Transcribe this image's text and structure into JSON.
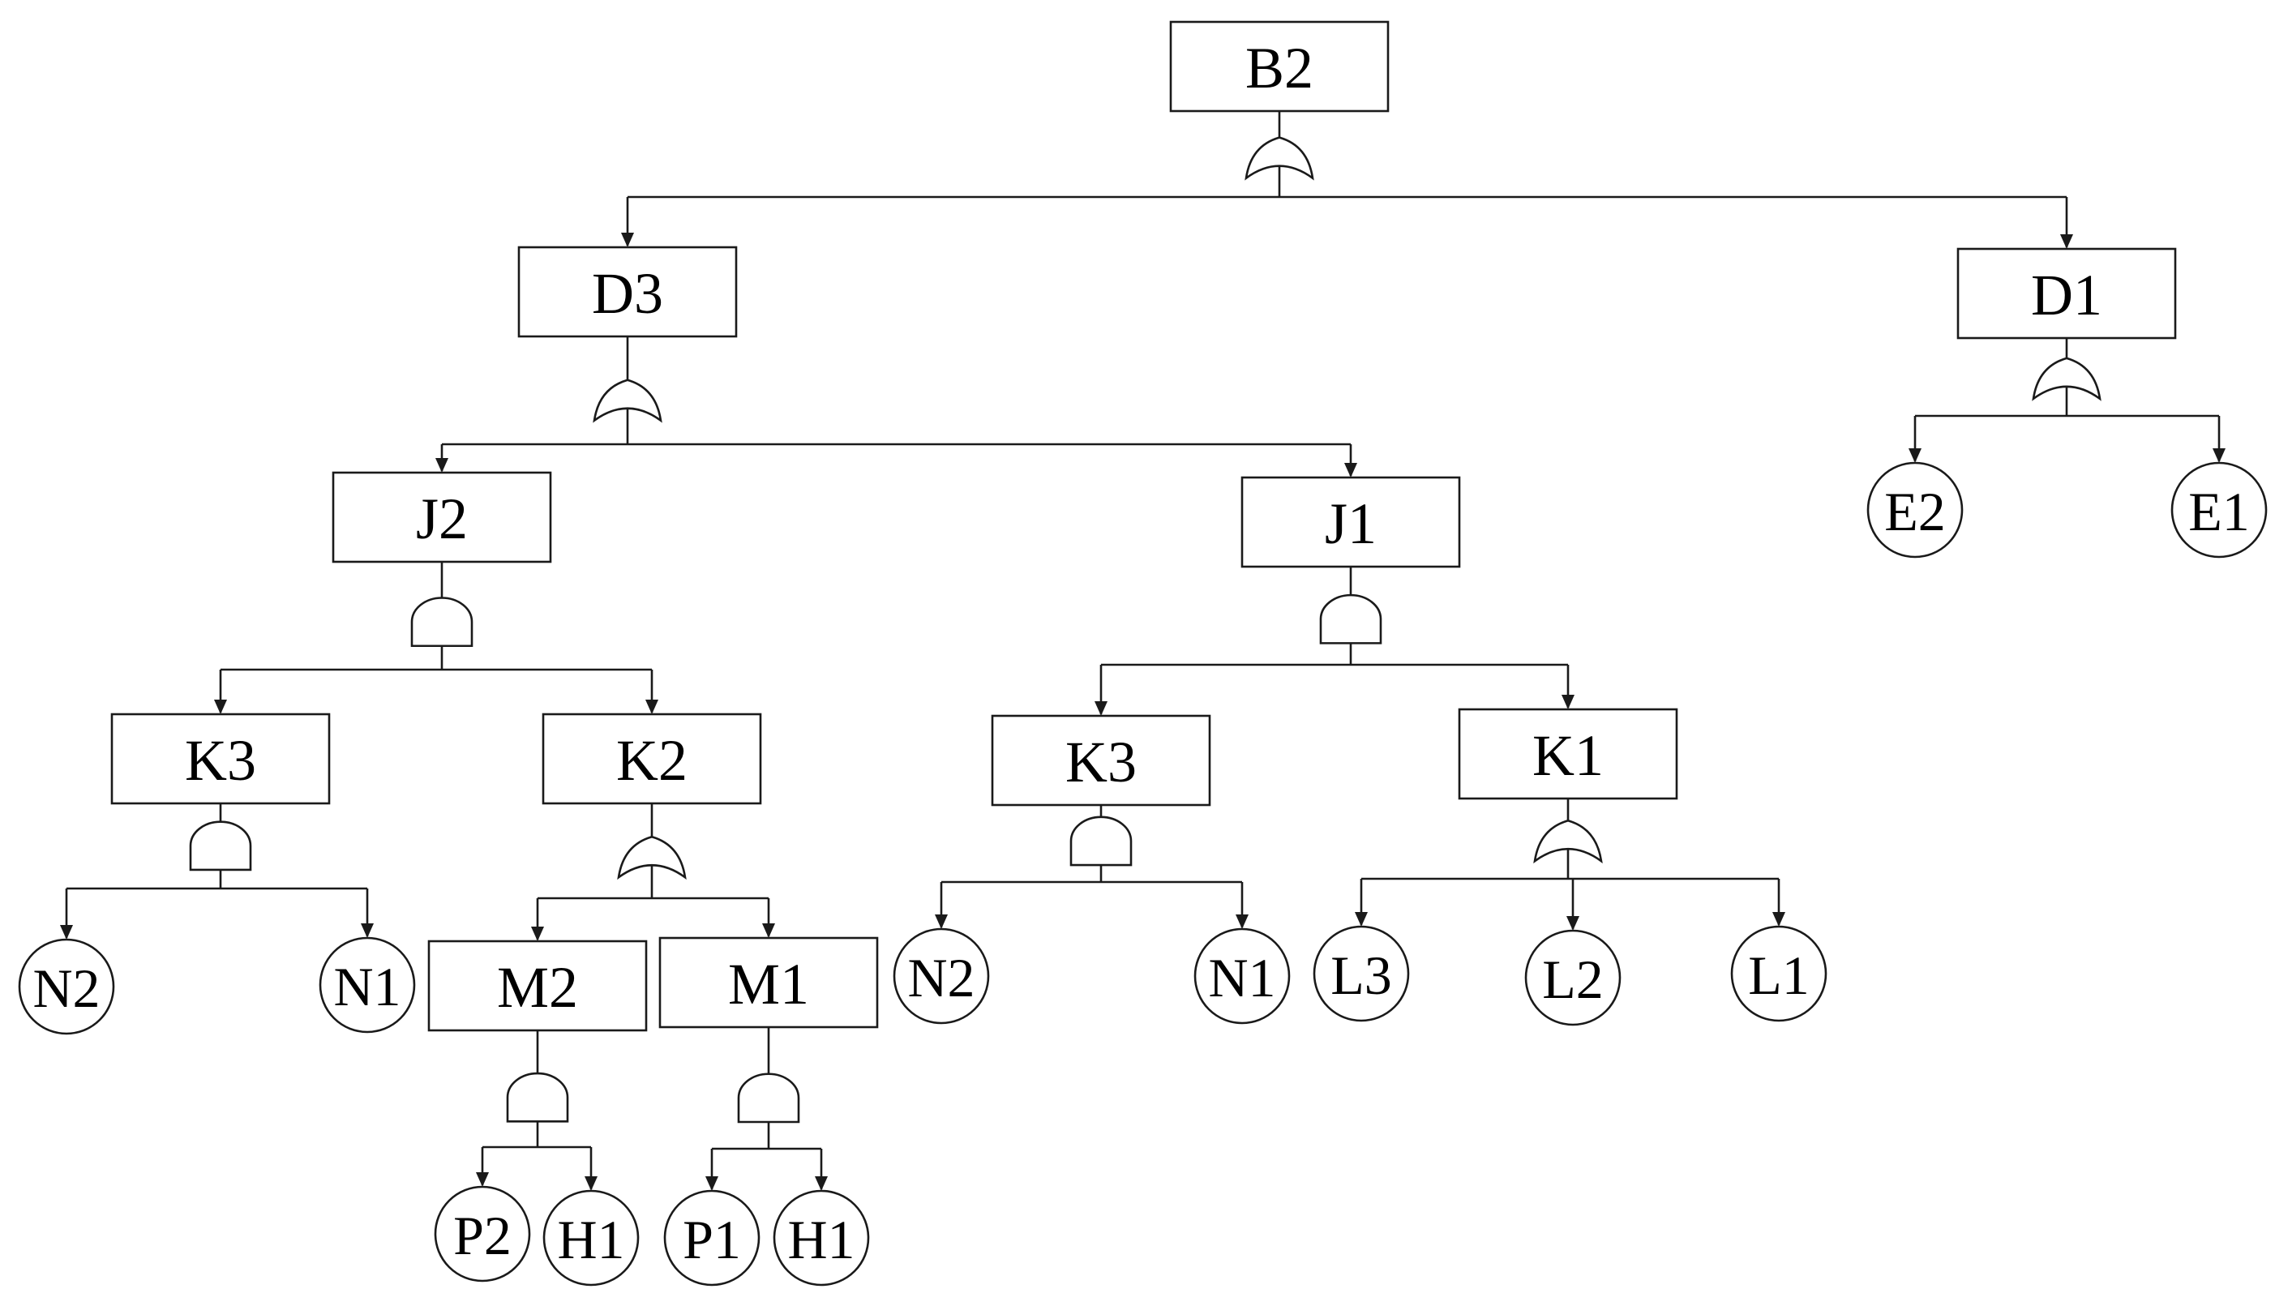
{
  "diagram": {
    "nodes": [
      {
        "id": "B2",
        "label": "B2",
        "shape": "rect"
      },
      {
        "id": "D3",
        "label": "D3",
        "shape": "rect"
      },
      {
        "id": "D1",
        "label": "D1",
        "shape": "rect"
      },
      {
        "id": "J2",
        "label": "J2",
        "shape": "rect"
      },
      {
        "id": "J1",
        "label": "J1",
        "shape": "rect"
      },
      {
        "id": "K3a",
        "label": "K3",
        "shape": "rect"
      },
      {
        "id": "K2",
        "label": "K2",
        "shape": "rect"
      },
      {
        "id": "K3b",
        "label": "K3",
        "shape": "rect"
      },
      {
        "id": "K1",
        "label": "K1",
        "shape": "rect"
      },
      {
        "id": "M2",
        "label": "M2",
        "shape": "rect"
      },
      {
        "id": "M1",
        "label": "M1",
        "shape": "rect"
      },
      {
        "id": "E2",
        "label": "E2",
        "shape": "circle"
      },
      {
        "id": "E1",
        "label": "E1",
        "shape": "circle"
      },
      {
        "id": "N2a",
        "label": "N2",
        "shape": "circle"
      },
      {
        "id": "N1a",
        "label": "N1",
        "shape": "circle"
      },
      {
        "id": "N2b",
        "label": "N2",
        "shape": "circle"
      },
      {
        "id": "N1b",
        "label": "N1",
        "shape": "circle"
      },
      {
        "id": "L3",
        "label": "L3",
        "shape": "circle"
      },
      {
        "id": "L2",
        "label": "L2",
        "shape": "circle"
      },
      {
        "id": "L1",
        "label": "L1",
        "shape": "circle"
      },
      {
        "id": "P2",
        "label": "P2",
        "shape": "circle"
      },
      {
        "id": "H1a",
        "label": "H1",
        "shape": "circle"
      },
      {
        "id": "P1",
        "label": "P1",
        "shape": "circle"
      },
      {
        "id": "H1b",
        "label": "H1",
        "shape": "circle"
      }
    ],
    "gates": [
      {
        "parent": "B2",
        "type": "or",
        "children": [
          "D3",
          "D1"
        ]
      },
      {
        "parent": "D3",
        "type": "or",
        "children": [
          "J2",
          "J1"
        ]
      },
      {
        "parent": "D1",
        "type": "or",
        "children": [
          "E2",
          "E1"
        ]
      },
      {
        "parent": "J2",
        "type": "and",
        "children": [
          "K3a",
          "K2"
        ]
      },
      {
        "parent": "J1",
        "type": "and",
        "children": [
          "K3b",
          "K1"
        ]
      },
      {
        "parent": "K3a",
        "type": "and",
        "children": [
          "N2a",
          "N1a"
        ]
      },
      {
        "parent": "K2",
        "type": "or",
        "children": [
          "M2",
          "M1"
        ]
      },
      {
        "parent": "K3b",
        "type": "and",
        "children": [
          "N2b",
          "N1b"
        ]
      },
      {
        "parent": "K1",
        "type": "or",
        "children": [
          "L3",
          "L2",
          "L1"
        ]
      },
      {
        "parent": "M2",
        "type": "and",
        "children": [
          "P2",
          "H1a"
        ]
      },
      {
        "parent": "M1",
        "type": "and",
        "children": [
          "P1",
          "H1b"
        ]
      }
    ]
  }
}
